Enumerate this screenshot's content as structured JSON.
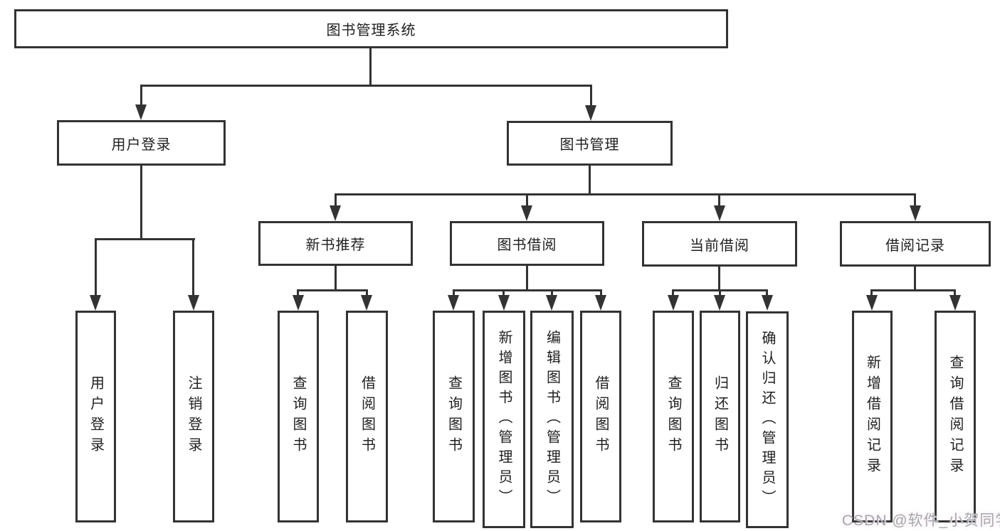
{
  "tree": {
    "root": {
      "label": "图书管理系统"
    },
    "level2": [
      {
        "label": "用户登录"
      },
      {
        "label": "图书管理"
      }
    ],
    "level3": [
      {
        "label": "新书推荐"
      },
      {
        "label": "图书借阅"
      },
      {
        "label": "当前借阅"
      },
      {
        "label": "借阅记录"
      }
    ],
    "leaves": {
      "login": [
        "用户登录",
        "注销登录"
      ],
      "recommend": [
        "查询图书",
        "借阅图书"
      ],
      "borrow": [
        "查询图书",
        "新增图书（管理员）",
        "编辑图书（管理员）",
        "借阅图书"
      ],
      "current": [
        "查询图书",
        "归还图书",
        "确认归还（管理员）"
      ],
      "records": [
        "新增借阅记录",
        "查询借阅记录"
      ]
    }
  },
  "watermark": {
    "text": "CSDN @软件_小贺同学"
  },
  "colors": {
    "line": "#333333",
    "text": "#1f1f1f",
    "background": "#ffffff",
    "watermark": "#a2a8b0"
  }
}
